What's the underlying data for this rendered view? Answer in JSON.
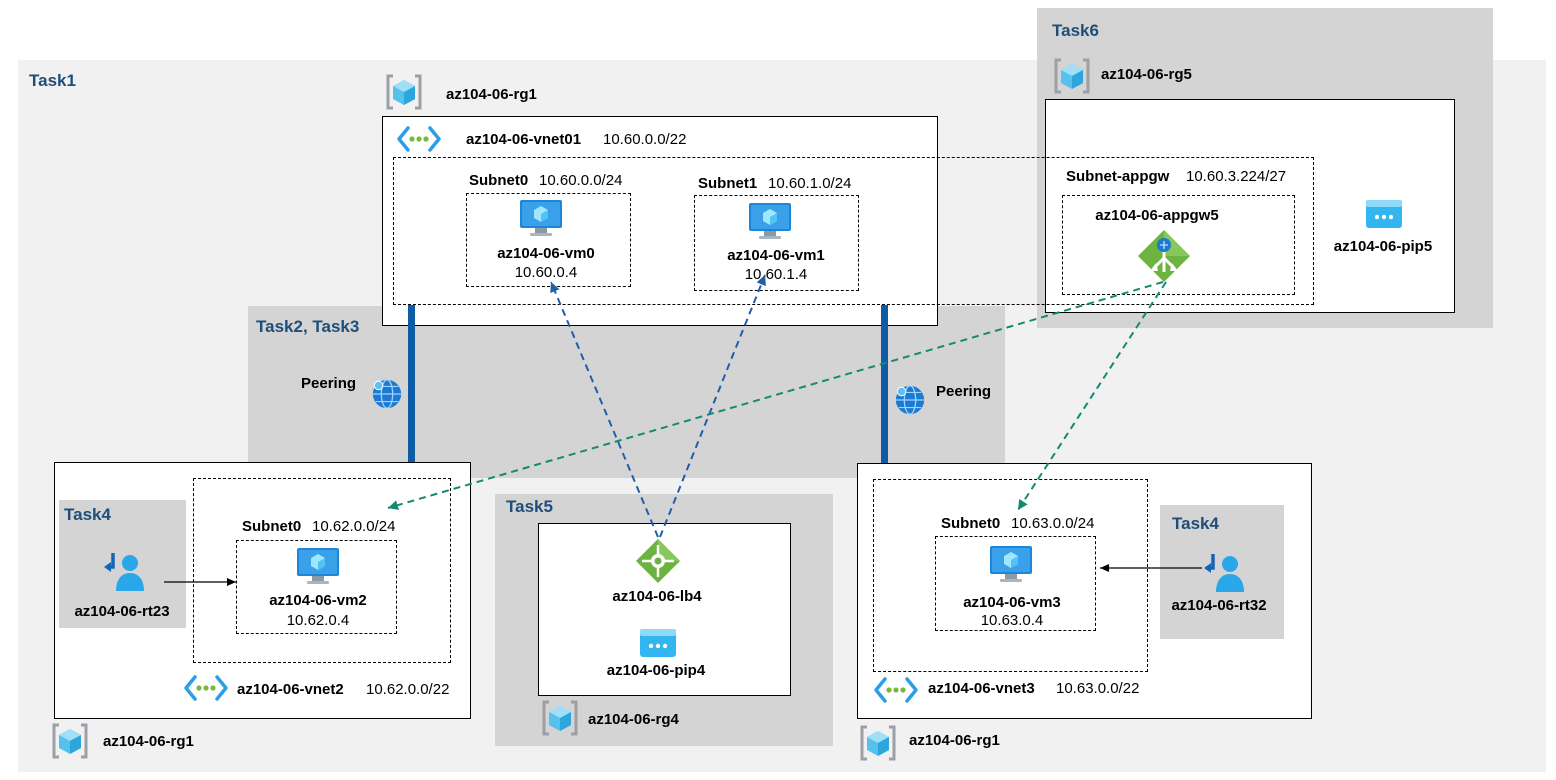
{
  "tasks": {
    "task1": "Task1",
    "task23": "Task2, Task3",
    "task4_left": "Task4",
    "task4_right": "Task4",
    "task5": "Task5",
    "task6": "Task6"
  },
  "resource_groups": {
    "rg1_top": "az104-06-rg1",
    "rg1_left": "az104-06-rg1",
    "rg1_right": "az104-06-rg1",
    "rg4": "az104-06-rg4",
    "rg5": "az104-06-rg5"
  },
  "vnet01": {
    "name": "az104-06-vnet01",
    "cidr": "10.60.0.0/22",
    "subnet0": {
      "name": "Subnet0",
      "cidr": "10.60.0.0/24",
      "vm": "az104-06-vm0",
      "ip": "10.60.0.4"
    },
    "subnet1": {
      "name": "Subnet1",
      "cidr": "10.60.1.0/24",
      "vm": "az104-06-vm1",
      "ip": "10.60.1.4"
    },
    "subnet_appgw": {
      "name": "Subnet-appgw",
      "cidr": "10.60.3.224/27",
      "appgw": "az104-06-appgw5"
    }
  },
  "vnet2": {
    "name": "az104-06-vnet2",
    "cidr": "10.62.0.0/22",
    "subnet0": {
      "name": "Subnet0",
      "cidr": "10.62.0.0/24",
      "vm": "az104-06-vm2",
      "ip": "10.62.0.4"
    }
  },
  "vnet3": {
    "name": "az104-06-vnet3",
    "cidr": "10.63.0.0/22",
    "subnet0": {
      "name": "Subnet0",
      "cidr": "10.63.0.0/24",
      "vm": "az104-06-vm3",
      "ip": "10.63.0.4"
    }
  },
  "peering_left": "Peering",
  "peering_right": "Peering",
  "route_tables": {
    "rt23": "az104-06-rt23",
    "rt32": "az104-06-rt32"
  },
  "lb": {
    "name": "az104-06-lb4",
    "pip": "az104-06-pip4"
  },
  "pip5": "az104-06-pip5",
  "icons": [
    "resource-group-icon",
    "vnet-icon",
    "vm-icon",
    "peering-icon",
    "route-table-icon",
    "load-balancer-icon",
    "public-ip-icon",
    "app-gateway-icon"
  ],
  "colors": {
    "task_label": "#1f4e79",
    "peering_bar": "#0f5ca6",
    "lb_arrow": "#1f5ea8",
    "appgw_arrow": "#138a72",
    "panel_light": "#f1f1f1",
    "panel_dark": "#d4d4d4"
  }
}
